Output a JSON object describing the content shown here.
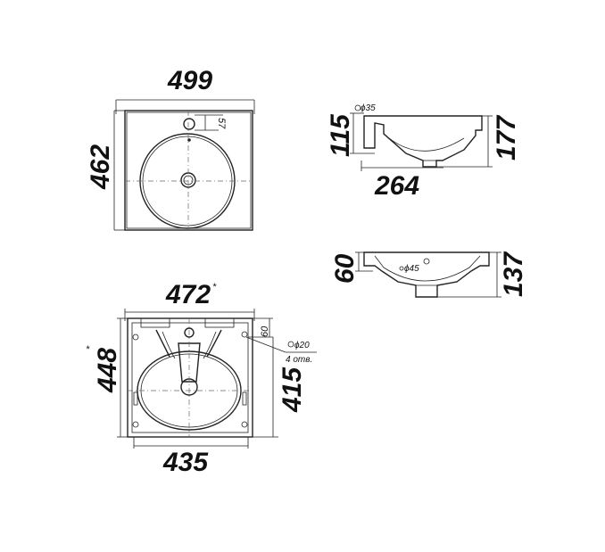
{
  "top_view": {
    "width": "499",
    "height": "462",
    "hole_offset": "57"
  },
  "side_view": {
    "tap_hole": "ϕ35",
    "rim_depth": "115",
    "total_height": "177",
    "bowl_length": "264"
  },
  "section_view": {
    "rim_height": "60",
    "drain": "ϕ45",
    "total_height": "137"
  },
  "bottom_view": {
    "width": "472",
    "width_note": "*",
    "depth": "448",
    "depth_note": "*",
    "mount_offset": "60",
    "holes": "ϕ20",
    "holes_count": "4 отв.",
    "inner_depth": "415",
    "inner_width": "435"
  }
}
